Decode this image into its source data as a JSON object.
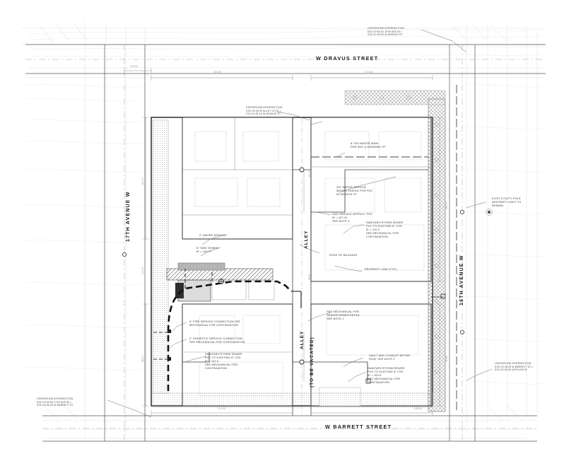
{
  "sheet": {
    "kind": "civil-site-utility-plan",
    "background_color": "#ffffff",
    "line_color": "#2c2c2c",
    "faint_line_color": "#b9b9b9"
  },
  "streets": {
    "north": "W DRAVUS STREET",
    "south": "W BARRETT STREET",
    "west": "17TH AVENUE W",
    "east": "16TH AVENUE W",
    "alley": "ALLEY",
    "alley_vacated": "ALLEY (TO BE VACATED)"
  },
  "notes": {
    "centerline_top_right": "CENTERLINE INTERSECTION\nSTA 10+52.81 16TH AVE W =\nSTA 10+00.00 W DRAVUS ST",
    "centerline_alley": "CENTERLINE INTERSECTION\nSTA 10+00.00 ALLEY CH IC =\nSTA 11+51.16 W DRAVUS ST",
    "centerline_bottom_left": "CENTERLINE INTERSECTION\nSTA 10+00.00 17TH AVE W =\nSTA 10+00.00 W BARRETT ST",
    "centerline_bottom_right": "CENTERLINE INTERSECTION\nSTA 13+16.25 W BARRETT ST =\nSTA 10+00.00 16TH AVE W",
    "water_main_8in": "8\" DIS WATER MAIN\nPER SDD & DRAWING ST",
    "water_service_34": "3/4\" WATER SERVICE\nWITHIN CASING FOR FDC\nIN DRAVUS ST",
    "gas_service": "GAS SERVICE APPROX. POC\nIE = 107.41\nSEE NOTE 3",
    "water_service_2in": "2\" WATER SERVICE",
    "side_sewer_6in": "6\" SIDE SEWER\nIE = 116.77",
    "edge_of_building": "EDGE OF BUILDING",
    "property_line": "PROPERTY LINE (TYP.)",
    "sewer_ne": "SANITARY/STORM SEWER\nPVC TO EXISTING 8\" CSS\nIE = 110.0\nSEE MECHANICAL FOR\nCONTINUATION",
    "sewer_sw": "SANITARY/STORM SEWER\nPVC TO EXISTING 8\" CSS\nIE = 112.5\nSEE MECHANICAL FOR\nCONTINUATION",
    "sewer_se": "SANITARY/STORM SEWER\nPVC TO EXISTING 8\" CSS\nIE = 109.5\nSEE MECHANICAL FOR\nCONTINUATION",
    "fire_service": "6\" FIRE SERVICE CONNECTION SEE\nMECHANICAL FOR CONTINUATION",
    "domestic_service": "2\" DOMESTIC SERVICE CONNECTION\nSEE MECHANICAL FOR CONTINUATION",
    "transformer": "SEE MECHANICAL FOR\nTRANSFORMER DETAIL\nSEE NOTE 1",
    "vault_conduit": "VAULT AND CONDUIT WITHIN\nROW, SEE NOTE 2",
    "utility_pole": "EXIST UTILITY POLE\nW/STREET LIGHT TO\nREMAIN"
  },
  "dimensions": {
    "top_a": "100.00",
    "top_b": "172.38",
    "top_c": "104.60",
    "left_a": "120.00",
    "left_b": "115.00",
    "left_c": "88.00",
    "right_a": "150.00",
    "right_b": "62.50",
    "bottom_a": "174.00",
    "bottom_b": "128.50",
    "alley_a": "60.00",
    "alley_b": "98.50"
  },
  "icons": {
    "leader_line": "leader-line-icon",
    "north_arrow": "north-arrow-icon",
    "manhole": "manhole-icon",
    "hydrant": "hydrant-icon"
  }
}
